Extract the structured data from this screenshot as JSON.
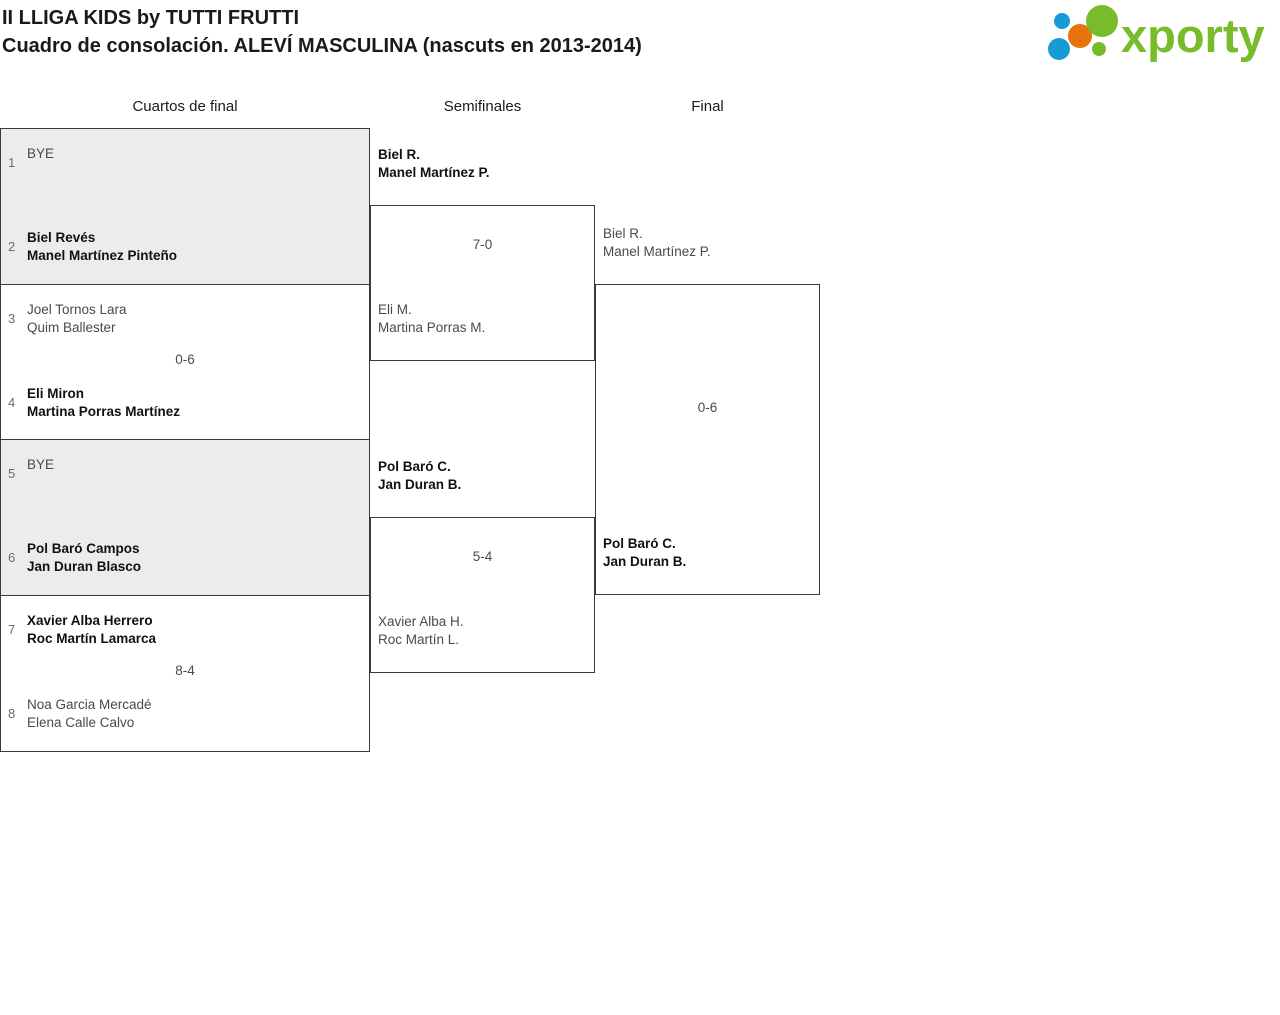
{
  "header": {
    "title_line1": "II LLIGA KIDS by TUTTI FRUTTI",
    "title_line2": "Cuadro de consolación. ALEVÍ MASCULINA (nascuts en 2013-2014)",
    "logo_text": "xporty",
    "logo_colors": {
      "green": "#79bc2b",
      "orange": "#e8730c",
      "blue": "#169bd7"
    }
  },
  "rounds": [
    {
      "id": "quarterfinals",
      "label": "Cuartos de final"
    },
    {
      "id": "semifinals",
      "label": "Semifinales"
    },
    {
      "id": "final",
      "label": "Final"
    }
  ],
  "quarterfinals": [
    {
      "shaded": true,
      "score": "",
      "top": {
        "seed": "1",
        "line1": "BYE",
        "line2": "",
        "winner": false,
        "bye": true
      },
      "bottom": {
        "seed": "2",
        "line1": "Biel Revés",
        "line2": "Manel Martínez Pinteño",
        "winner": true,
        "bye": false
      }
    },
    {
      "shaded": false,
      "score": "0-6",
      "top": {
        "seed": "3",
        "line1": "Joel Tornos Lara",
        "line2": "Quim Ballester",
        "winner": false,
        "bye": false
      },
      "bottom": {
        "seed": "4",
        "line1": "Eli Miron",
        "line2": "Martina Porras Martínez",
        "winner": true,
        "bye": false
      }
    },
    {
      "shaded": true,
      "score": "",
      "top": {
        "seed": "5",
        "line1": "BYE",
        "line2": "",
        "winner": false,
        "bye": true
      },
      "bottom": {
        "seed": "6",
        "line1": "Pol Baró Campos",
        "line2": "Jan Duran Blasco",
        "winner": true,
        "bye": false
      }
    },
    {
      "shaded": false,
      "score": "8-4",
      "top": {
        "seed": "7",
        "line1": "Xavier Alba Herrero",
        "line2": "Roc Martín Lamarca",
        "winner": true,
        "bye": false
      },
      "bottom": {
        "seed": "8",
        "line1": "Noa Garcia Mercadé",
        "line2": "Elena Calle Calvo",
        "winner": false,
        "bye": false
      }
    }
  ],
  "semifinals": [
    {
      "score": "7-0",
      "top": {
        "line1": "Biel R.",
        "line2": "Manel Martínez P.",
        "winner": true
      },
      "bottom": {
        "line1": "Eli M.",
        "line2": "Martina Porras M.",
        "winner": false
      }
    },
    {
      "score": "5-4",
      "top": {
        "line1": "Pol Baró C.",
        "line2": "Jan Duran B.",
        "winner": true
      },
      "bottom": {
        "line1": "Xavier Alba H.",
        "line2": "Roc Martín L.",
        "winner": false
      }
    }
  ],
  "final": [
    {
      "score": "0-6",
      "top": {
        "line1": "Biel R.",
        "line2": "Manel Martínez P.",
        "winner": false
      },
      "bottom": {
        "line1": "Pol Baró C.",
        "line2": "Jan Duran B.",
        "winner": true
      }
    }
  ]
}
